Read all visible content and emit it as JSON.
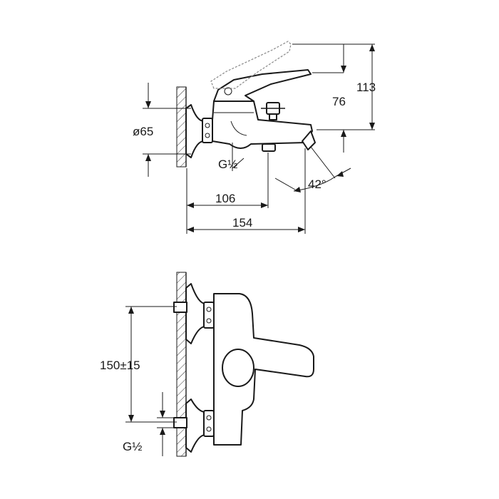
{
  "side_view": {
    "dim_height_total": "113",
    "dim_height_spout": "76",
    "dim_escutcheon": "ø65",
    "dim_connection": "G½",
    "dim_depth_outlet": "106",
    "dim_depth_total": "154",
    "dim_angle": "42°"
  },
  "front_view": {
    "dim_centers": "150±15",
    "dim_connection": "G½"
  },
  "colors": {
    "line": "#1a1a1a",
    "ghost": "#888888"
  }
}
